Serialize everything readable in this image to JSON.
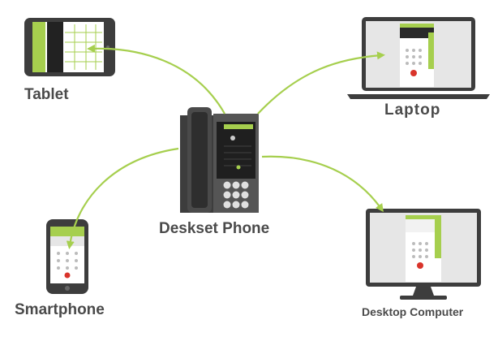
{
  "devices": {
    "tablet": {
      "label": "Tablet",
      "icon": "tablet-icon"
    },
    "laptop": {
      "label": "Laptop",
      "icon": "laptop-icon"
    },
    "deskset": {
      "label": "Deskset Phone",
      "icon": "deskset-phone-icon"
    },
    "smartphone": {
      "label": "Smartphone",
      "icon": "smartphone-icon"
    },
    "desktop": {
      "label": "Desktop Computer",
      "icon": "desktop-computer-icon"
    }
  },
  "colors": {
    "accent_green": "#a6cf4e",
    "device_dark": "#3d3d3d",
    "screen_gray": "#e6e6e6",
    "label_gray": "#4a4a4a",
    "call_red": "#d9342b"
  }
}
